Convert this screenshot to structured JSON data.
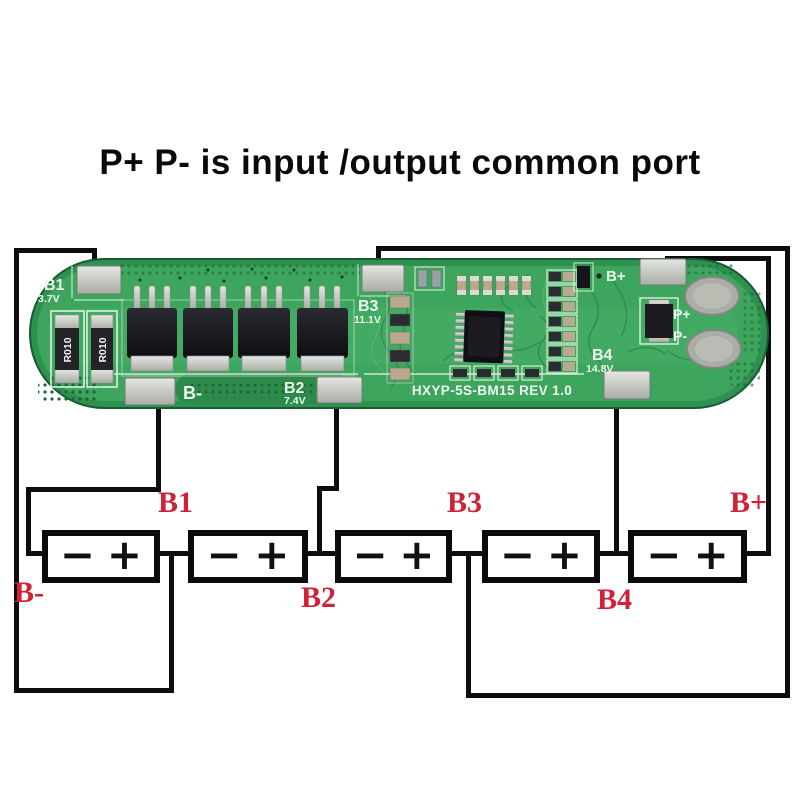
{
  "title": "P+ P- is input /output common port",
  "pcb": {
    "silkscreen": {
      "b1": "B1",
      "b1_v": "3.7V",
      "b2": "B2",
      "b2_v": "7.4V",
      "b3": "B3",
      "b3_v": "11.1V",
      "b4": "B4",
      "b4_v": "14.8V",
      "b_minus": "B-",
      "b_plus": "B+",
      "p_plus": "P+",
      "p_minus": "P-",
      "part_number": "HXYP-5S-BM15 REV 1.0",
      "resistor_value": "R010"
    },
    "colors": {
      "board_green": "#3da55d",
      "board_edge": "#2e9150",
      "pad_silver": "#cfd2cb"
    }
  },
  "diagram": {
    "label_color": "#cf2138",
    "labels": {
      "b_minus": "B-",
      "b1": "B1",
      "b2": "B2",
      "b3": "B3",
      "b4": "B4",
      "b_plus": "B+"
    },
    "cells": [
      {
        "neg": "−",
        "pos": "+"
      },
      {
        "neg": "−",
        "pos": "+"
      },
      {
        "neg": "−",
        "pos": "+"
      },
      {
        "neg": "−",
        "pos": "+"
      },
      {
        "neg": "−",
        "pos": "+"
      }
    ]
  }
}
